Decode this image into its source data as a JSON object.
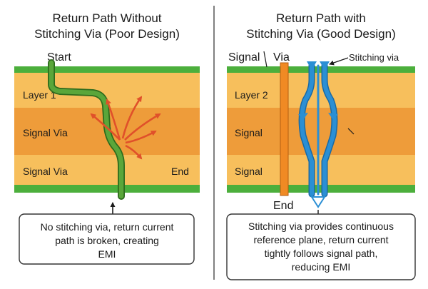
{
  "colors": {
    "copper_green": "#4caf3c",
    "layer_light": "#f7bf5c",
    "layer_dark": "#ee9c3a",
    "trace_green": "#5aa63a",
    "via_orange": "#f08a24",
    "return_blue": "#2b8fd4",
    "emi_red": "#e0502a",
    "divider": "#555555",
    "text": "#1a1a1a"
  },
  "left": {
    "title_line1": "Return Path Without",
    "title_line2": "Stitching Via (Poor Design)",
    "start_label": "Start",
    "layer1_label": "Layer 1",
    "layer2_label": "Signal Via",
    "layer3_label": "Signal Via",
    "end_label": "End",
    "caption_line1": "No stitching via, return current",
    "caption_line2": "path is broken, creating",
    "caption_line3": "EMI"
  },
  "right": {
    "title_line1": "Return Path with",
    "title_line2": "Stitching Via (Good Design)",
    "signal_label": "Signal",
    "via_label": "Via",
    "stitching_label": "Stitching via",
    "layer1_label": "Layer 2",
    "layer2_label": "Signal",
    "layer3_label": "Signal",
    "end_label": "End",
    "caption_line1": "Stitching via provides continuous",
    "caption_line2": "reference plane, return current",
    "caption_line3": "tightly follows signal path,",
    "caption_line4": "reducing EMI"
  }
}
